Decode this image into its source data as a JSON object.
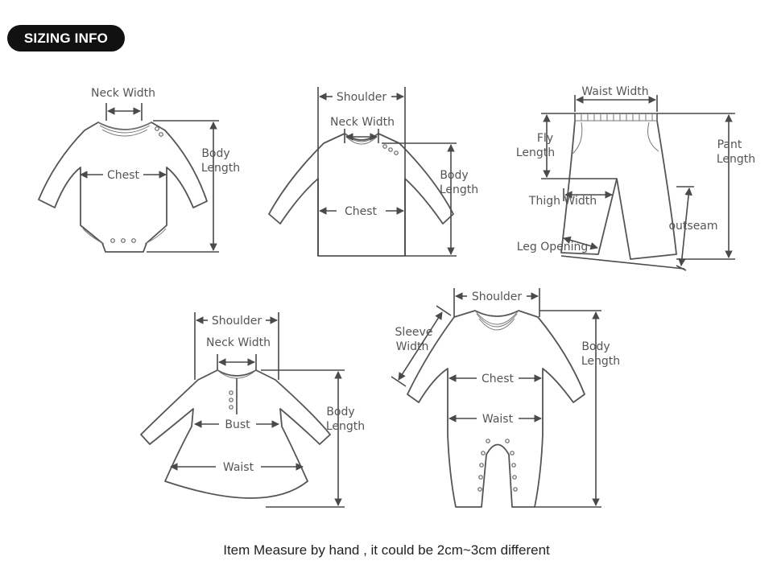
{
  "header": {
    "badge": "SIZING INFO"
  },
  "bodysuit": {
    "neck_width": "Neck Width",
    "chest": "Chest",
    "body_length_1": "Body",
    "body_length_2": "Length"
  },
  "tshirt": {
    "shoulder": "Shoulder",
    "neck_width": "Neck Width",
    "chest": "Chest",
    "body_length_1": "Body",
    "body_length_2": "Length"
  },
  "pants": {
    "waist_width": "Waist Width",
    "fly_length_1": "Fly",
    "fly_length_2": "Length",
    "pant_length_1": "Pant",
    "pant_length_2": "Length",
    "thigh_width": "Thigh Width",
    "outseam": "outseam",
    "leg_opening": "Leg Opening"
  },
  "dress": {
    "shoulder": "Shoulder",
    "neck_width": "Neck Width",
    "bust": "Bust",
    "waist": "Waist",
    "body_length_1": "Body",
    "body_length_2": "Length"
  },
  "romper": {
    "shoulder": "Shoulder",
    "sleeve_width_1": "Sleeve",
    "sleeve_width_2": "Width",
    "chest": "Chest",
    "waist": "Waist",
    "body_length_1": "Body",
    "body_length_2": "Length"
  },
  "footer": {
    "note": "Item Measure by hand , it could be 2cm~3cm different"
  }
}
